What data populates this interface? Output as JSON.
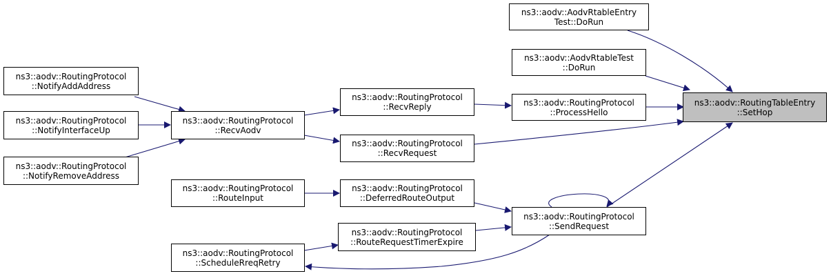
{
  "colors": {
    "edge": "#191970",
    "focus_fill": "#bfbfbf",
    "node_border": "#000000"
  },
  "nodes": {
    "set_hop": {
      "line1": "ns3::aodv::RoutingTableEntry",
      "line2": "::SetHop"
    },
    "rtable_entry_test": {
      "line1": "ns3::aodv::AodvRtableEntry",
      "line2": "Test::DoRun"
    },
    "rtable_test": {
      "line1": "ns3::aodv::AodvRtableTest",
      "line2": "::DoRun"
    },
    "process_hello": {
      "line1": "ns3::aodv::RoutingProtocol",
      "line2": "::ProcessHello"
    },
    "recv_reply": {
      "line1": "ns3::aodv::RoutingProtocol",
      "line2": "::RecvReply"
    },
    "recv_aodv": {
      "line1": "ns3::aodv::RoutingProtocol",
      "line2": "::RecvAodv"
    },
    "notify_add": {
      "line1": "ns3::aodv::RoutingProtocol",
      "line2": "::NotifyAddAddress"
    },
    "notify_up": {
      "line1": "ns3::aodv::RoutingProtocol",
      "line2": "::NotifyInterfaceUp"
    },
    "notify_remove": {
      "line1": "ns3::aodv::RoutingProtocol",
      "line2": "::NotifyRemoveAddress"
    },
    "recv_request": {
      "line1": "ns3::aodv::RoutingProtocol",
      "line2": "::RecvRequest"
    },
    "route_input": {
      "line1": "ns3::aodv::RoutingProtocol",
      "line2": "::RouteInput"
    },
    "deferred_output": {
      "line1": "ns3::aodv::RoutingProtocol",
      "line2": "::DeferredRouteOutput"
    },
    "send_request": {
      "line1": "ns3::aodv::RoutingProtocol",
      "line2": "::SendRequest"
    },
    "rreq_timer": {
      "line1": "ns3::aodv::RoutingProtocol",
      "line2": "::RouteRequestTimerExpire"
    },
    "schedule_rreq": {
      "line1": "ns3::aodv::RoutingProtocol",
      "line2": "::ScheduleRreqRetry"
    }
  }
}
